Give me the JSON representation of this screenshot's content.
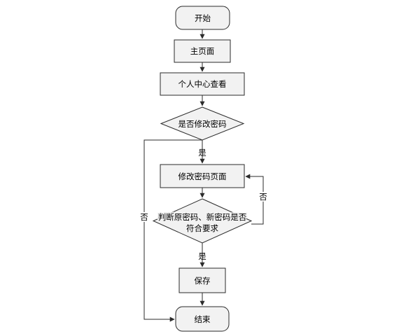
{
  "nodes": {
    "start": "开始",
    "home": "主页面",
    "profile": "个人中心查看",
    "decision_change": "是否修改密码",
    "change_page": "修改密码页面",
    "validate_line1": "判断原密码、新密码是否",
    "validate_line2": "符合要求",
    "save": "保存",
    "end": "结束"
  },
  "edges": {
    "yes_1": "是",
    "no_1": "否",
    "no_2": "否",
    "yes_2": "是"
  }
}
